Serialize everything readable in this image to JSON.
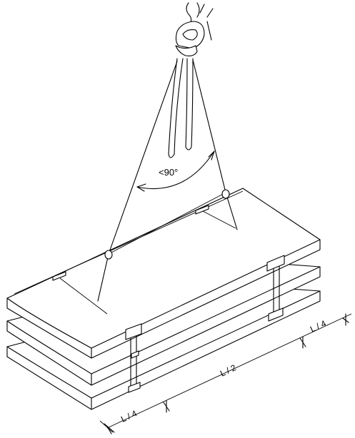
{
  "diagram": {
    "angle_label": "<90°",
    "dim_end_left": "L / 4",
    "dim_middle": "L / 2",
    "dim_end_right": "L / 4"
  },
  "colors": {
    "stroke": "#000000",
    "background": "#ffffff"
  }
}
